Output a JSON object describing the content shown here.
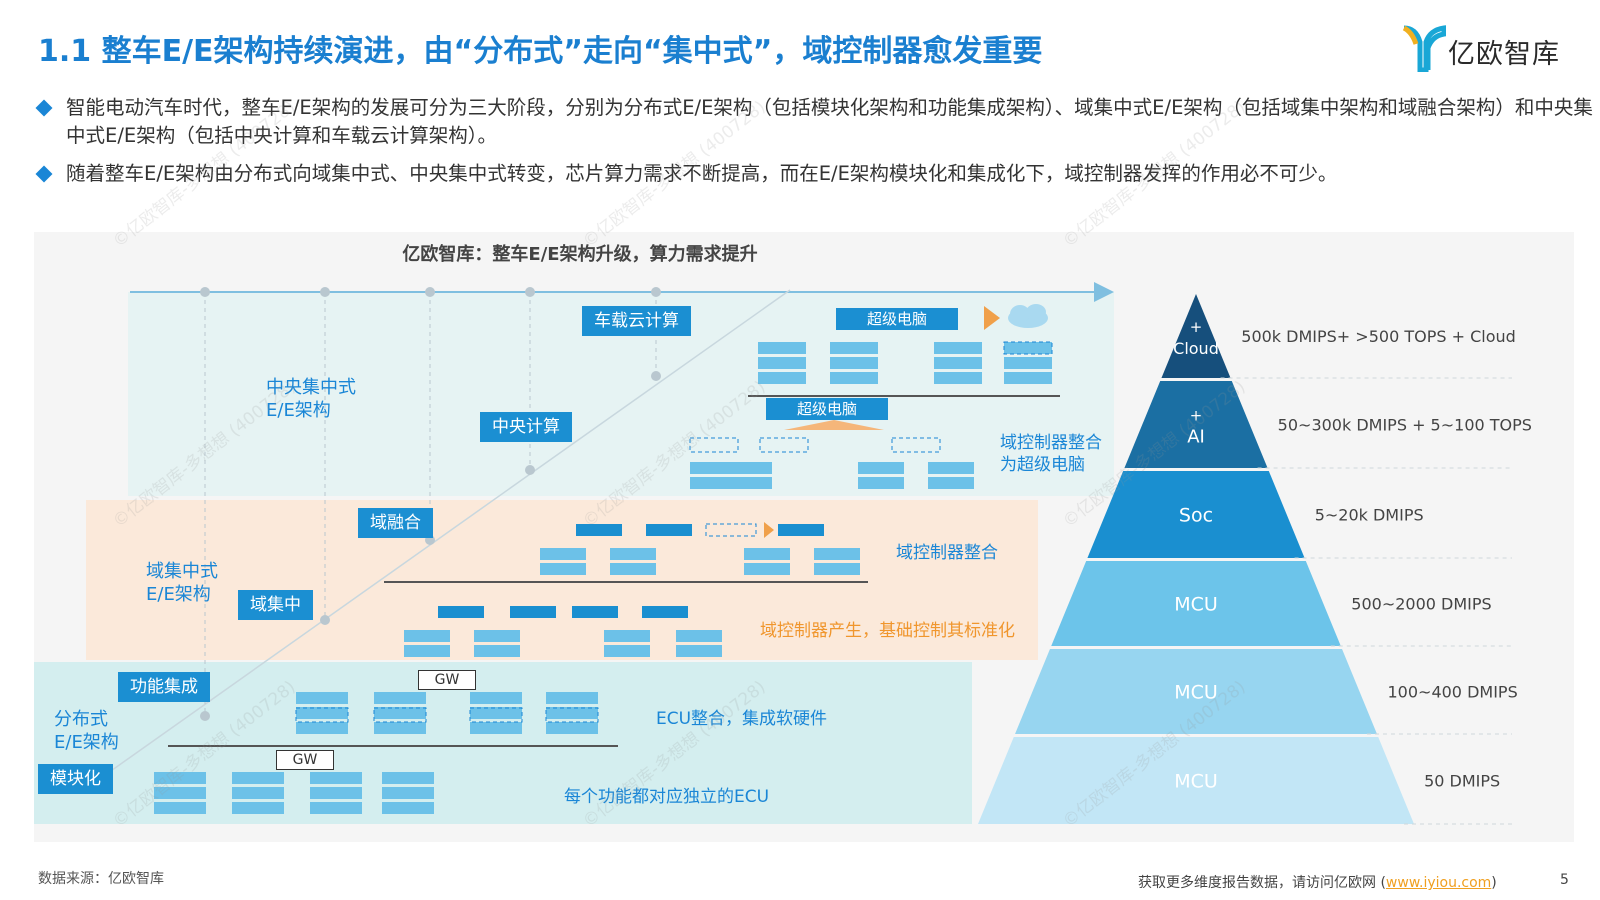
{
  "header": {
    "title": "1.1 整车E/E架构持续演进，由“分布式”走向“集中式”，域控制器愈发重要",
    "logo_text": "亿欧智库"
  },
  "bullets": [
    "智能电动汽车时代，整车E/E架构的发展可分为三大阶段，分别为分布式E/E架构（包括模块化架构和功能集成架构）、域集中式E/E架构（包括域集中架构和域融合架构）和中央集中式E/E架构（包括中央计算和车载云计算架构）。",
    "随着整车E/E架构由分布式向域集中式、中央集中式转变，芯片算力需求不断提高，而在E/E架构模块化和集成化下，域控制器发挥的作用必不可少。"
  ],
  "diagram": {
    "title": "亿欧智库：整车E/E架构升级，算力需求提升",
    "stages": [
      {
        "label_line1": "中央集中式",
        "label_line2": "E/E架构"
      },
      {
        "label_line1": "域集中式",
        "label_line2": "E/E架构"
      },
      {
        "label_line1": "分布式",
        "label_line2": "E/E架构"
      }
    ],
    "tags": {
      "cloud_compute": "车载云计算",
      "central_compute": "中央计算",
      "domain_fusion": "域融合",
      "domain_central": "域集中",
      "function_integration": "功能集成",
      "modular": "模块化"
    },
    "box_labels": {
      "super_computer_top": "超级电脑",
      "super_computer_mid": "超级电脑",
      "gw_upper": "GW",
      "gw_lower": "GW"
    },
    "notes": {
      "central_note_line1": "域控制器整合",
      "central_note_line2": "为超级电脑",
      "fusion_note": "域控制器整合",
      "domain_note": "域控制器产生，基础控制其标准化",
      "function_note": "ECU整合，集成软硬件",
      "modular_note": "每个功能都对应独立的ECU"
    },
    "note_colors": {
      "central": "#1a86d6",
      "fusion": "#1a86d6",
      "domain": "#f0962d",
      "function": "#1a86d6",
      "modular": "#1a86d6"
    }
  },
  "pyramid": {
    "levels": [
      {
        "line1": "+",
        "line2": "Cloud",
        "value": "500k DMIPS+ >500 TOPS + Cloud",
        "color": "#164f7c"
      },
      {
        "line1": "+",
        "line2": "AI",
        "value": "50~300k DMIPS + 5~100 TOPS",
        "color": "#1b6fa3"
      },
      {
        "line1": "Soc",
        "line2": "",
        "value": "5~20k DMIPS",
        "color": "#1a8fd0"
      },
      {
        "line1": "MCU",
        "line2": "",
        "value": "500~2000 DMIPS",
        "color": "#6cc4ea"
      },
      {
        "line1": "MCU",
        "line2": "",
        "value": "100~400 DMIPS",
        "color": "#97d5f0"
      },
      {
        "line1": "MCU",
        "line2": "",
        "value": "50 DMIPS",
        "color": "#c2e6f6"
      }
    ]
  },
  "footer": {
    "source": "数据来源：亿欧智库",
    "more_prefix": "获取更多维度报告数据，请访问亿欧网 (",
    "link": "www.iyiou.com",
    "more_suffix": ")",
    "page": "5"
  },
  "watermark": "©亿欧智库-多想想 (400728)"
}
